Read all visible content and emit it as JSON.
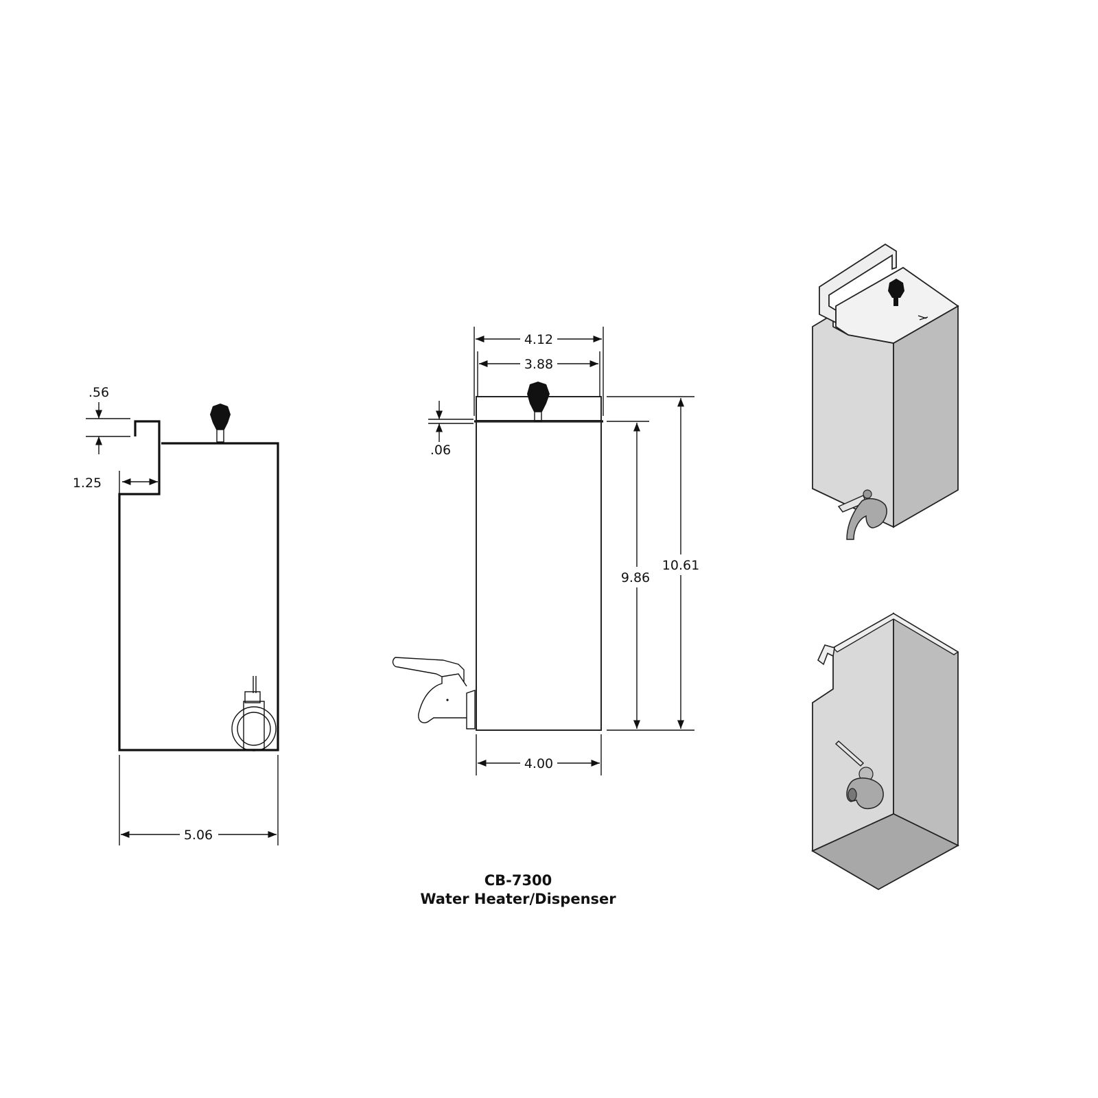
{
  "title": {
    "model": "CB-7300",
    "description": "Water Heater/Dispenser"
  },
  "side_view": {
    "hook_depth": ".56",
    "hook_offset": "1.25",
    "overall_depth": "5.06"
  },
  "front_view": {
    "lid_width": "4.12",
    "lid_inner_width": "3.88",
    "lid_lip": ".06",
    "body_width": "4.00",
    "body_height": "9.86",
    "overall_height": "10.61"
  },
  "colors": {
    "line": "#111111",
    "iso_face_light": "#d9d9d9",
    "iso_face_mid": "#bdbdbd",
    "iso_face_dark": "#a8a8a8",
    "iso_top": "#f2f2f2"
  }
}
